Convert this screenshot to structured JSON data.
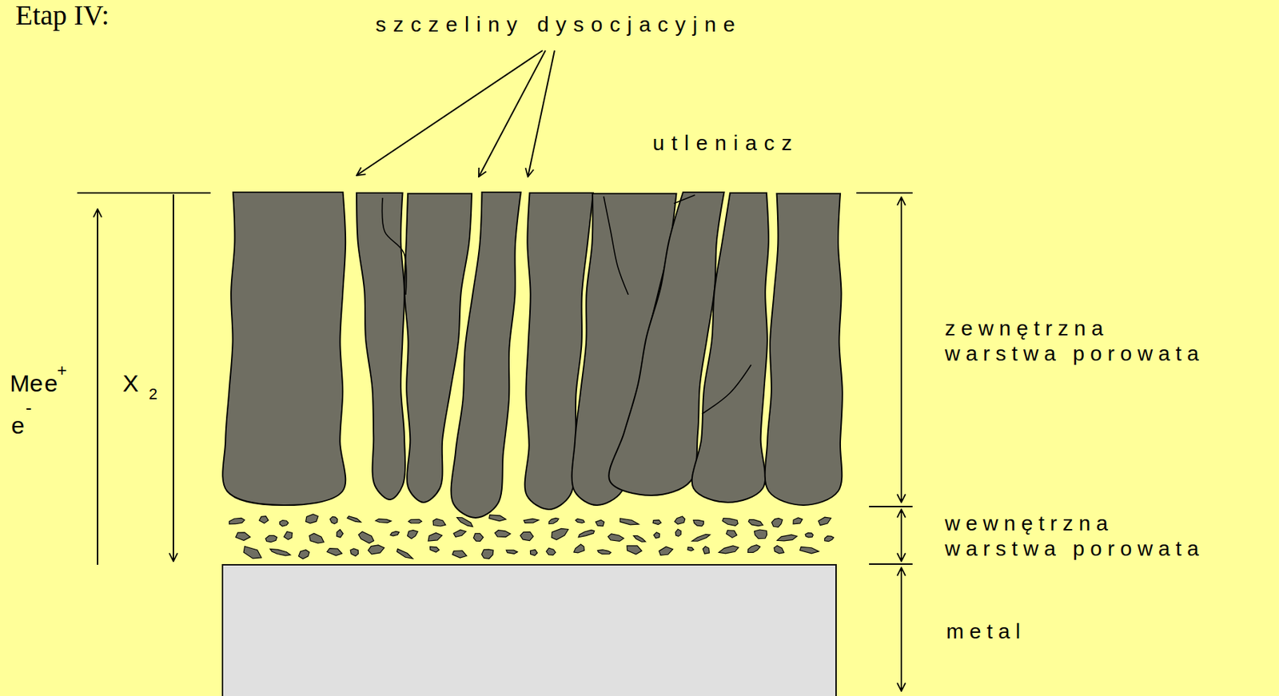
{
  "diagram": {
    "title": "Etap IV:",
    "labels": [
      "szczeliny dysocjacyjne",
      "utleniacz",
      "zewnętrzna warstwa porowata",
      "wewnętrzna warstwa porowata",
      "metal",
      "Me",
      "+",
      "e",
      "-",
      "e",
      "X",
      "2"
    ]
  }
}
